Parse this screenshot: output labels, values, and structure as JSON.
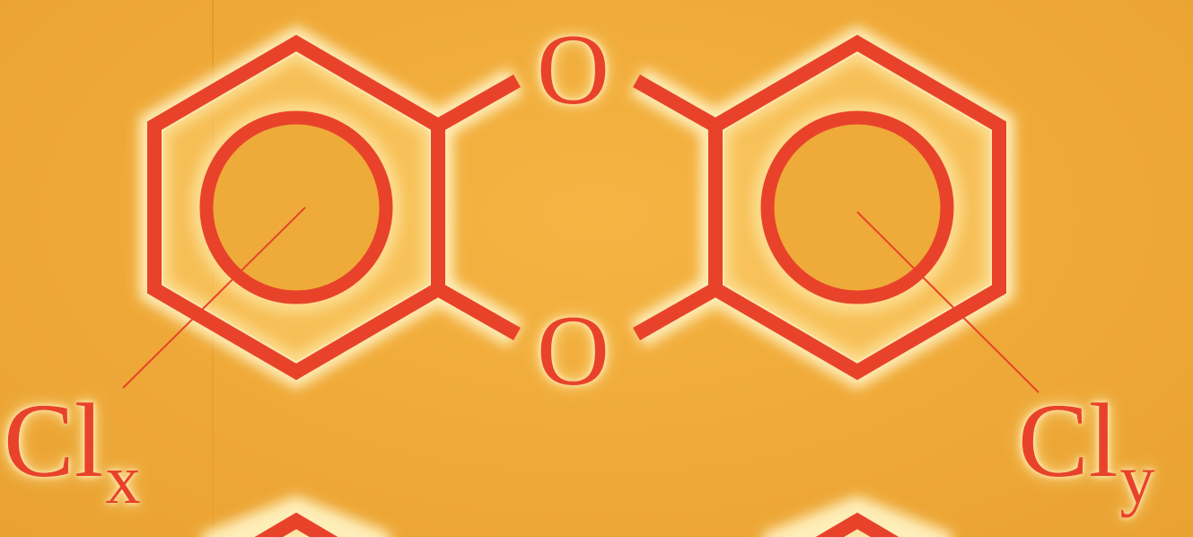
{
  "figure": {
    "colors": {
      "background": "#efab3a",
      "structure": "#e8432a",
      "glow": "#fff4c8"
    },
    "atoms": {
      "oxygen_top": "O",
      "oxygen_bottom": "O"
    },
    "substituents": {
      "left": {
        "symbol": "Cl",
        "subscript": "x"
      },
      "right": {
        "symbol": "Cl",
        "subscript": "y"
      }
    }
  }
}
